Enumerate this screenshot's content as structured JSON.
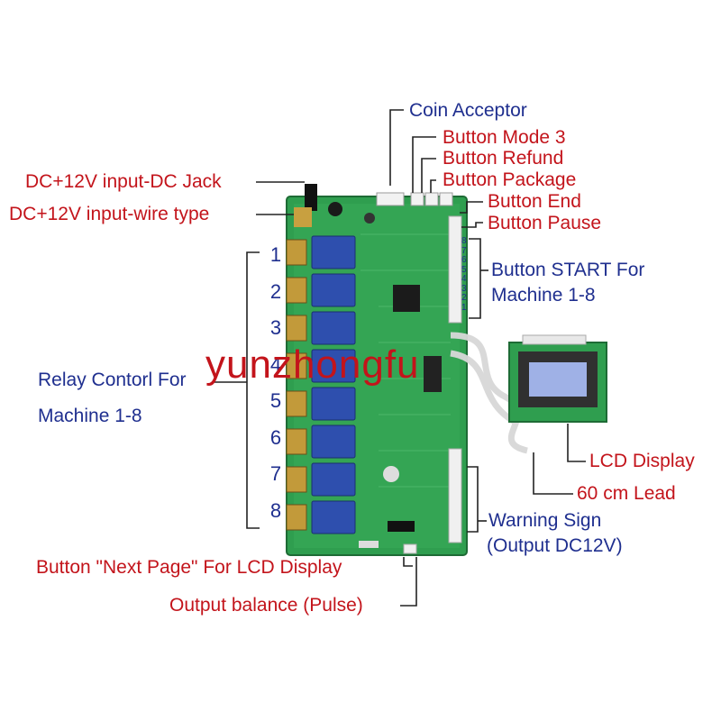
{
  "colors": {
    "label_red": "#c3141b",
    "label_blue": "#1f2f8f",
    "board_green": "#2f9e4f",
    "relay_blue": "#2e4fae",
    "lcd_blue": "#9fb1e6"
  },
  "labels": {
    "coin_acceptor": "Coin Acceptor",
    "button_mode3": "Button Mode 3",
    "button_refund": "Button Refund",
    "button_package": "Button Package",
    "button_end": "Button End",
    "button_pause": "Button Pause",
    "dc_jack": "DC+12V input-DC Jack",
    "dc_wire": "DC+12V input-wire type",
    "start_line1": "Button START For",
    "start_line2": "Machine 1-8",
    "relay_line1": "Relay Contorl For",
    "relay_line2": "Machine 1-8",
    "lcd_display": "LCD Display",
    "lead": "60 cm Lead",
    "warning_line1": "Warning Sign",
    "warning_line2": "(Output DC12V)",
    "next_page": "Button \"Next Page\" For LCD Display",
    "output_balance": "Output balance (Pulse)"
  },
  "relay_numbers": [
    "1",
    "2",
    "3",
    "4",
    "5",
    "6",
    "7",
    "8"
  ],
  "start_numbers": [
    "8",
    "7",
    "6",
    "5",
    "4",
    "3",
    "2",
    "1"
  ],
  "watermark": "yunzhongfu"
}
